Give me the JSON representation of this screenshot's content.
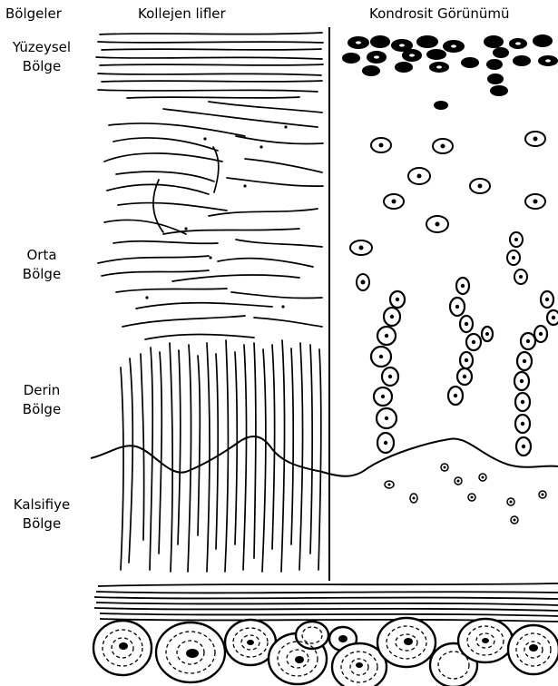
{
  "headers": {
    "zones": "Bölgeler",
    "fibers": "Kollejen lifler",
    "chondrocytes": "Kondrosit Görünümü"
  },
  "zones": [
    {
      "line1": "Yüzeysel",
      "line2": "Bölge"
    },
    {
      "line1": "Orta",
      "line2": "Bölge"
    },
    {
      "line1": "Derin",
      "line2": "Bölge"
    },
    {
      "line1": "Kalsifiye",
      "line2": "Bölge"
    }
  ],
  "colors": {
    "ink": "#000000",
    "background": "#ffffff"
  }
}
